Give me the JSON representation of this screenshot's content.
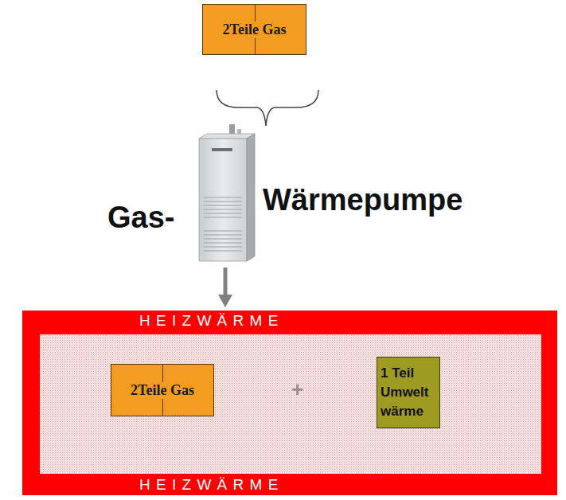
{
  "diagram": {
    "nodes": [
      {
        "text": [
          "2Teile Gas"
        ]
      },
      {
        "text": [
          "H E I Z W Ä R M E",
          "H E I Z W Ä R M E"
        ]
      },
      {
        "text": [
          "2Teile Gas"
        ],
        "in": 1
      },
      {
        "text": [
          "1 Teil Umwelt wärme"
        ],
        "in": 1
      }
    ],
    "labels": [
      "Gas-",
      "Wärmepumpe",
      "+"
    ]
  }
}
